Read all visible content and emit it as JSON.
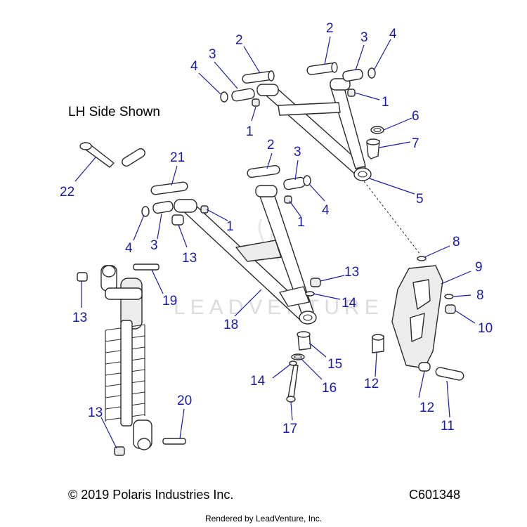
{
  "note": "LH Side Shown",
  "footer": {
    "copyright": "© 2019 Polaris Industries Inc.",
    "diagram_id": "C601348",
    "rendered_by": "Rendered by LeadVenture, Inc."
  },
  "watermark": "LEADVENTURE",
  "callouts": [
    {
      "id": "c-2-a",
      "text": "2"
    },
    {
      "id": "c-2-b",
      "text": "2"
    },
    {
      "id": "c-3-a",
      "text": "3"
    },
    {
      "id": "c-3-b",
      "text": "3"
    },
    {
      "id": "c-4-a",
      "text": "4"
    },
    {
      "id": "c-4-b",
      "text": "4"
    },
    {
      "id": "c-1-a",
      "text": "1"
    },
    {
      "id": "c-1-b",
      "text": "1"
    },
    {
      "id": "c-6",
      "text": "6"
    },
    {
      "id": "c-7",
      "text": "7"
    },
    {
      "id": "c-5",
      "text": "5"
    },
    {
      "id": "c-22",
      "text": "22"
    },
    {
      "id": "c-21",
      "text": "21"
    },
    {
      "id": "c-2-c",
      "text": "2"
    },
    {
      "id": "c-3-c",
      "text": "3"
    },
    {
      "id": "c-4-c",
      "text": "4"
    },
    {
      "id": "c-1-c",
      "text": "1"
    },
    {
      "id": "c-1-d",
      "text": "1"
    },
    {
      "id": "c-4-d",
      "text": "4"
    },
    {
      "id": "c-3-d",
      "text": "3"
    },
    {
      "id": "c-13-a",
      "text": "13"
    },
    {
      "id": "c-8-a",
      "text": "8"
    },
    {
      "id": "c-9",
      "text": "9"
    },
    {
      "id": "c-13-b",
      "text": "13"
    },
    {
      "id": "c-8-b",
      "text": "8"
    },
    {
      "id": "c-14-a",
      "text": "14"
    },
    {
      "id": "c-10",
      "text": "10"
    },
    {
      "id": "c-19",
      "text": "19"
    },
    {
      "id": "c-13-c",
      "text": "13"
    },
    {
      "id": "c-18",
      "text": "18"
    },
    {
      "id": "c-15",
      "text": "15"
    },
    {
      "id": "c-14-b",
      "text": "14"
    },
    {
      "id": "c-16",
      "text": "16"
    },
    {
      "id": "c-12-a",
      "text": "12"
    },
    {
      "id": "c-12-b",
      "text": "12"
    },
    {
      "id": "c-11",
      "text": "11"
    },
    {
      "id": "c-20",
      "text": "20"
    },
    {
      "id": "c-13-d",
      "text": "13"
    },
    {
      "id": "c-17",
      "text": "17"
    }
  ]
}
